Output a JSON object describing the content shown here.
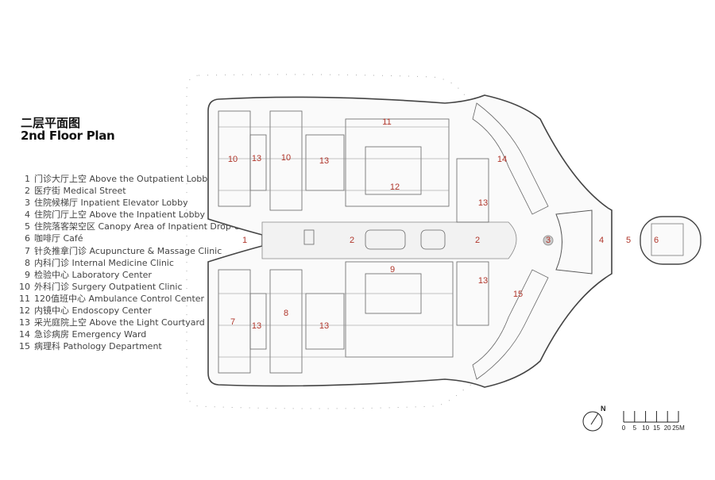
{
  "title": {
    "cn": "二层平面图",
    "en": "2nd Floor Plan"
  },
  "legend": [
    {
      "num": "1",
      "label": "门诊大厅上空 Above the Outpatient Lobby"
    },
    {
      "num": "2",
      "label": "医疗街 Medical Street"
    },
    {
      "num": "3",
      "label": "住院候梯厅 Inpatient Elevator Lobby"
    },
    {
      "num": "4",
      "label": "住院门厅上空 Above the Inpatient Lobby"
    },
    {
      "num": "5",
      "label": "住院落客架空区 Canopy Area of Inpatient Drop-off"
    },
    {
      "num": "6",
      "label": "咖啡厅 Café"
    },
    {
      "num": "7",
      "label": "针灸推拿门诊 Acupuncture & Massage Clinic"
    },
    {
      "num": "8",
      "label": "内科门诊 Internal Medicine Clinic"
    },
    {
      "num": "9",
      "label": "检验中心 Laboratory Center"
    },
    {
      "num": "10",
      "label": "外科门诊 Surgery Outpatient Clinic"
    },
    {
      "num": "11",
      "label": "120值班中心 Ambulance Control Center"
    },
    {
      "num": "12",
      "label": "内镜中心 Endoscopy Center"
    },
    {
      "num": "13",
      "label": "采光庭院上空 Above the Light Courtyard"
    },
    {
      "num": "14",
      "label": "急诊病房 Emergency Ward"
    },
    {
      "num": "15",
      "label": "病理科 Pathology Department"
    }
  ],
  "plan_markers": [
    "10",
    "13",
    "10",
    "13",
    "11",
    "12",
    "13",
    "14",
    "1",
    "2",
    "2",
    "3",
    "4",
    "5",
    "6",
    "9",
    "13",
    "15",
    "7",
    "13",
    "8",
    "13"
  ],
  "north_label": "N",
  "scale_bar": {
    "ticks": [
      "0",
      "5",
      "10",
      "15",
      "20",
      "25M"
    ]
  },
  "colors": {
    "marker": "#b0362b",
    "line": "#555555"
  }
}
